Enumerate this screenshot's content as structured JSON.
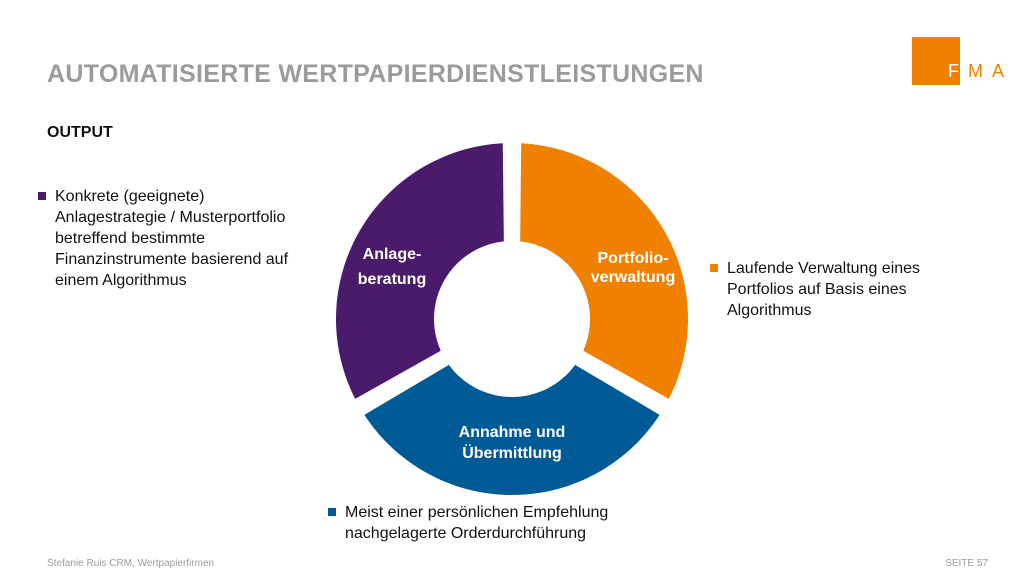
{
  "header": {
    "title": "AUTOMATISIERTE WERTPAPIERDIENSTLEISTUNGEN",
    "subtitle": "OUTPUT"
  },
  "logo": {
    "first": "F",
    "rest": "MA",
    "color": "#f08000"
  },
  "diagram": {
    "segments": [
      {
        "line1": "Anlage-",
        "line2": "beratung",
        "color": "#4b1b6b"
      },
      {
        "line1": "Portfolio-",
        "line2": "verwaltung",
        "color": "#f08000"
      },
      {
        "line1": "Annahme und",
        "line2": "Übermittlung",
        "color": "#005a96"
      }
    ]
  },
  "bullets": {
    "left": {
      "text": "Konkrete (geeignete)\nAnlagestrategie / Musterportfolio\nbetreffend bestimmte\nFinanzinstrumente basierend auf\neinem Algorithmus",
      "color": "#4b1b6b"
    },
    "right": {
      "text": "Laufende Verwaltung eines\nPortfolios auf Basis eines\nAlgorithmus",
      "color": "#f08000"
    },
    "bottom": {
      "text": "Meist einer persönlichen Empfehlung\nnachgelagerte Orderdurchführung",
      "color": "#005a96"
    }
  },
  "footer": {
    "left": "Stefanie Ruis CRM, Wertpapierfirmen",
    "right": "SEITE 57"
  }
}
